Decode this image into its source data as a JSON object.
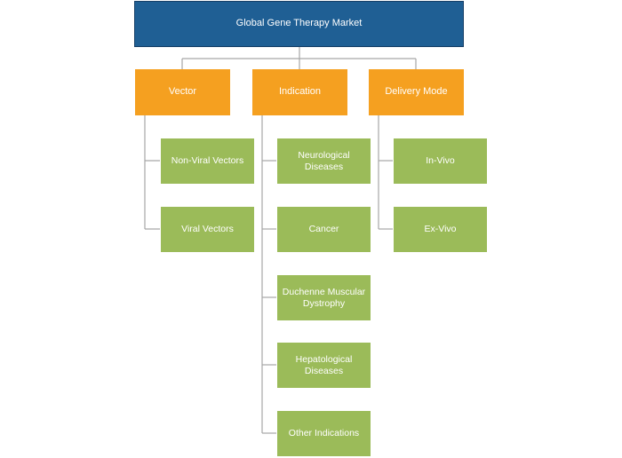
{
  "root": {
    "label": "Global Gene Therapy Market"
  },
  "categories": [
    {
      "label": "Vector",
      "items": [
        "Non-Viral Vectors",
        "Viral Vectors"
      ]
    },
    {
      "label": "Indication",
      "items": [
        "Neurological Diseases",
        "Cancer",
        "Duchenne Muscular Dystrophy",
        "Hepatological Diseases",
        "Other Indications"
      ]
    },
    {
      "label": "Delivery Mode",
      "items": [
        "In-Vivo",
        "Ex-Vivo"
      ]
    }
  ],
  "colors": {
    "root": "#1f5f94",
    "category": "#f5a020",
    "leaf": "#9bbb59",
    "connector": "#a6a6a6"
  }
}
